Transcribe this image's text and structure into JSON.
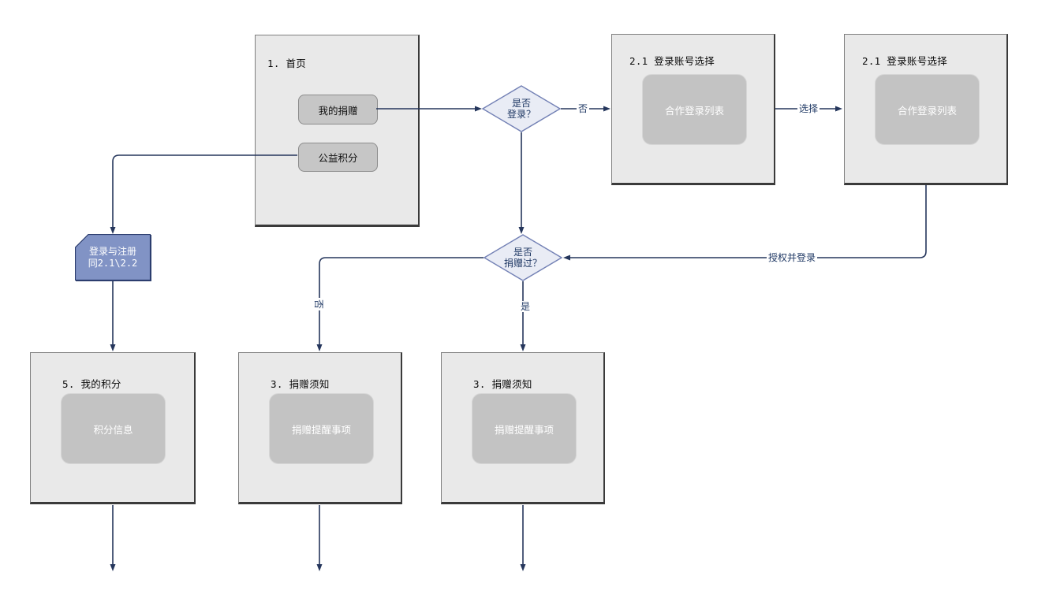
{
  "diagram": {
    "nodes": {
      "home": {
        "title": "1. 首页",
        "buttons": {
          "my_donation": "我的捐赠",
          "welfare_points": "公益积分"
        }
      },
      "login_select_a": {
        "title": "2.1 登录账号选择",
        "inner": "合作登录列表"
      },
      "login_select_b": {
        "title": "2.1 登录账号选择",
        "inner": "合作登录列表"
      },
      "decision_login": {
        "line1": "是否",
        "line2": "登录？"
      },
      "decision_donated": {
        "line1": "是否",
        "line2": "捐赠过？"
      },
      "login_register_card": {
        "line1": "登录与注册",
        "line2": "同2.1\\2.2"
      },
      "my_points": {
        "title": "5. 我的积分",
        "inner": "积分信息"
      },
      "donation_notice_a": {
        "title": "3. 捐赠须知",
        "inner": "捐赠提醒事项"
      },
      "donation_notice_b": {
        "title": "3. 捐赠须知",
        "inner": "捐赠提醒事项"
      }
    },
    "edge_labels": {
      "no_login": "否",
      "select": "选择",
      "authorize_login": "授权并登录",
      "not_donated": "否",
      "donated": "是"
    },
    "colors": {
      "connector": "#25365c",
      "box_fill": "#e9e9e9",
      "box_border": "#7f7f7f",
      "box_shadow": "#3a3a3a",
      "inner_panel_fill": "#c3c3c3",
      "button_fill": "#c6c6c6",
      "diamond_fill": "#e9ecf5",
      "diamond_border": "#7381b5",
      "card_fill": "#8193c5",
      "card_border": "#2c3d6e",
      "label_text": "#1f3864"
    }
  }
}
